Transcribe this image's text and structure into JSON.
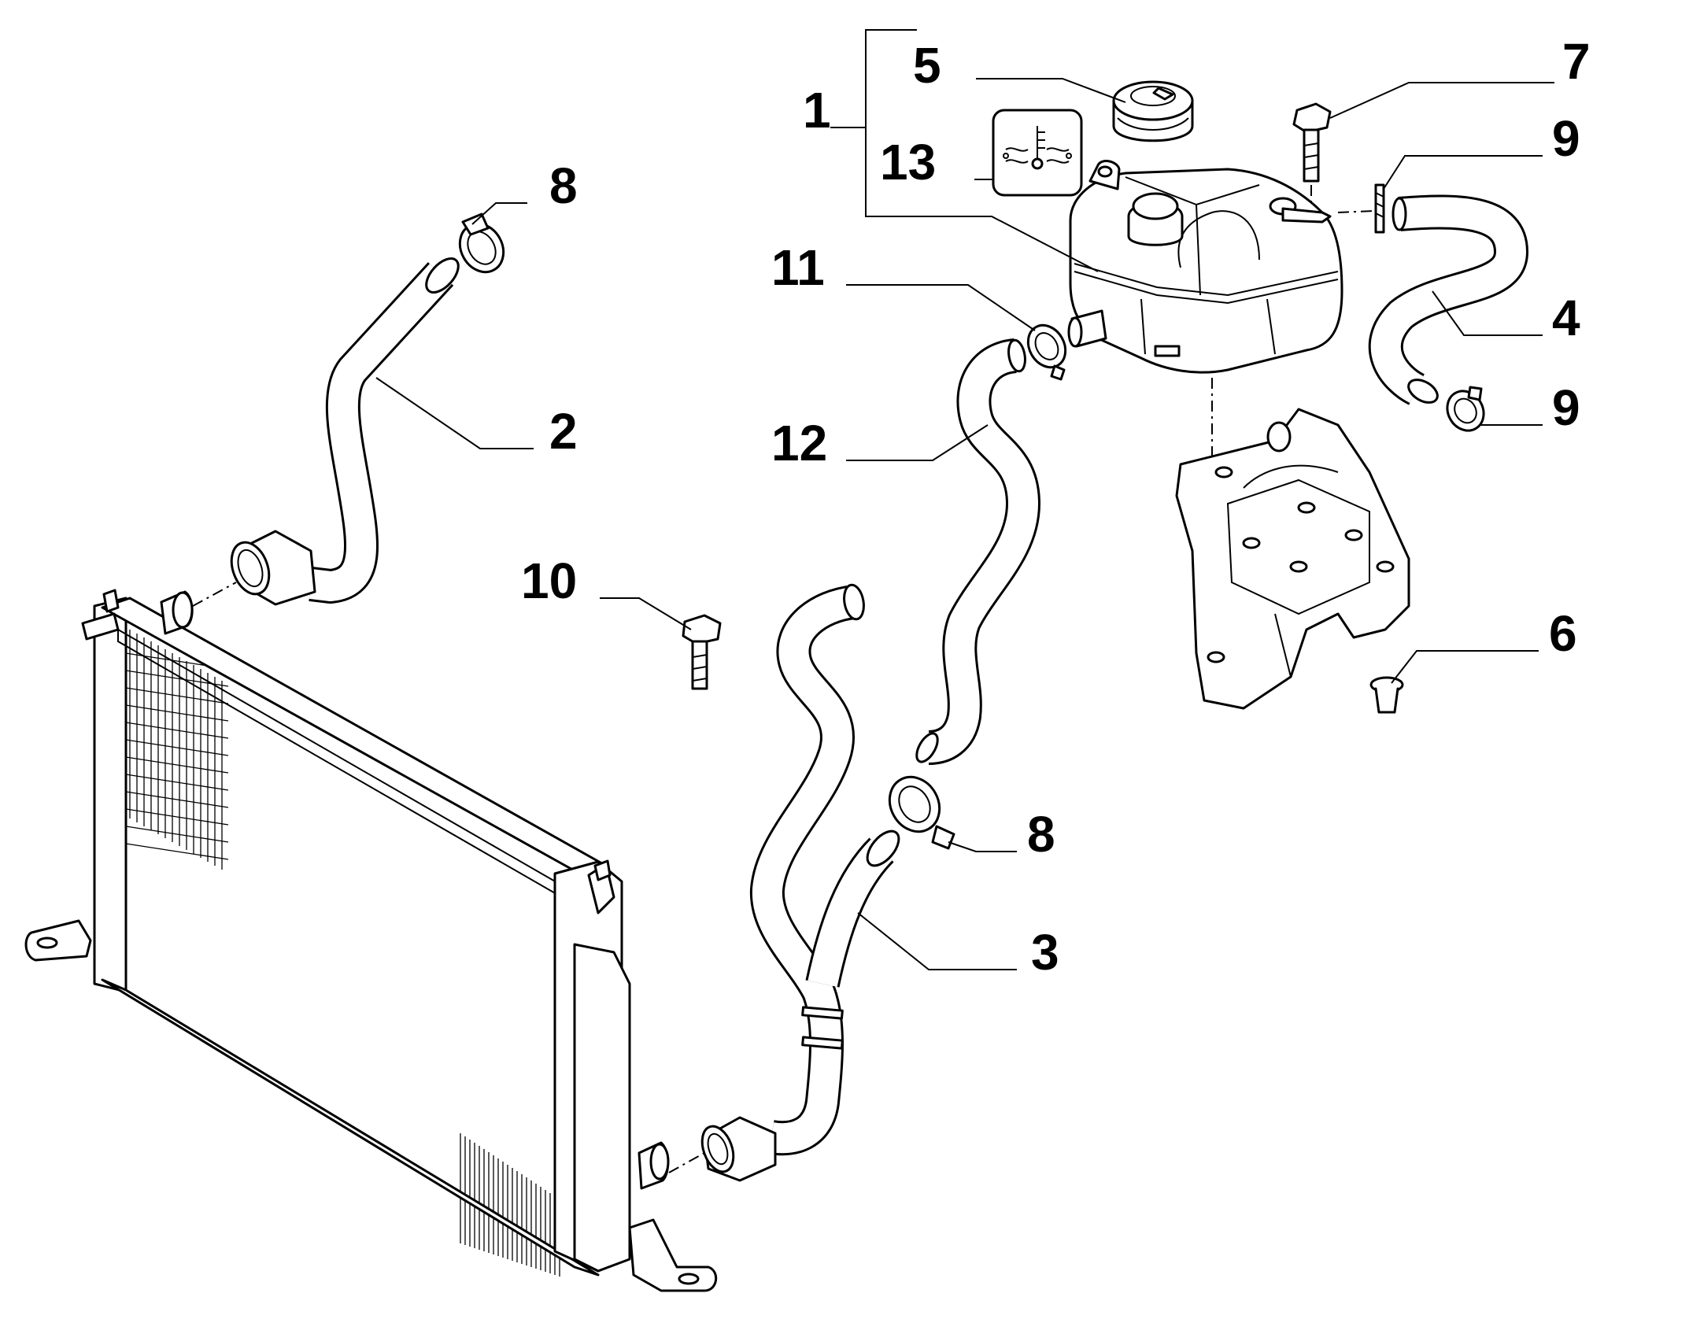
{
  "callouts": [
    {
      "id": "1",
      "label": "1",
      "part": "expansion-tank-assembly"
    },
    {
      "id": "2",
      "label": "2",
      "part": "upper-radiator-hose"
    },
    {
      "id": "3",
      "label": "3",
      "part": "lower-radiator-hose"
    },
    {
      "id": "4",
      "label": "4",
      "part": "tank-vent-hose"
    },
    {
      "id": "5",
      "label": "5",
      "part": "tank-cap"
    },
    {
      "id": "6",
      "label": "6",
      "part": "bracket-insert"
    },
    {
      "id": "7",
      "label": "7",
      "part": "tank-bolt"
    },
    {
      "id": "8a",
      "label": "8",
      "part": "hose-clamp"
    },
    {
      "id": "8b",
      "label": "8",
      "part": "hose-clamp"
    },
    {
      "id": "9a",
      "label": "9",
      "part": "hose-clip"
    },
    {
      "id": "9b",
      "label": "9",
      "part": "hose-clamp"
    },
    {
      "id": "10",
      "label": "10",
      "part": "radiator-bolt"
    },
    {
      "id": "11",
      "label": "11",
      "part": "hose-clamp"
    },
    {
      "id": "12",
      "label": "12",
      "part": "tank-outlet-hose"
    },
    {
      "id": "13",
      "label": "13",
      "part": "coolant-level-label"
    }
  ],
  "colors": {
    "line": "#000000",
    "background": "#ffffff"
  }
}
